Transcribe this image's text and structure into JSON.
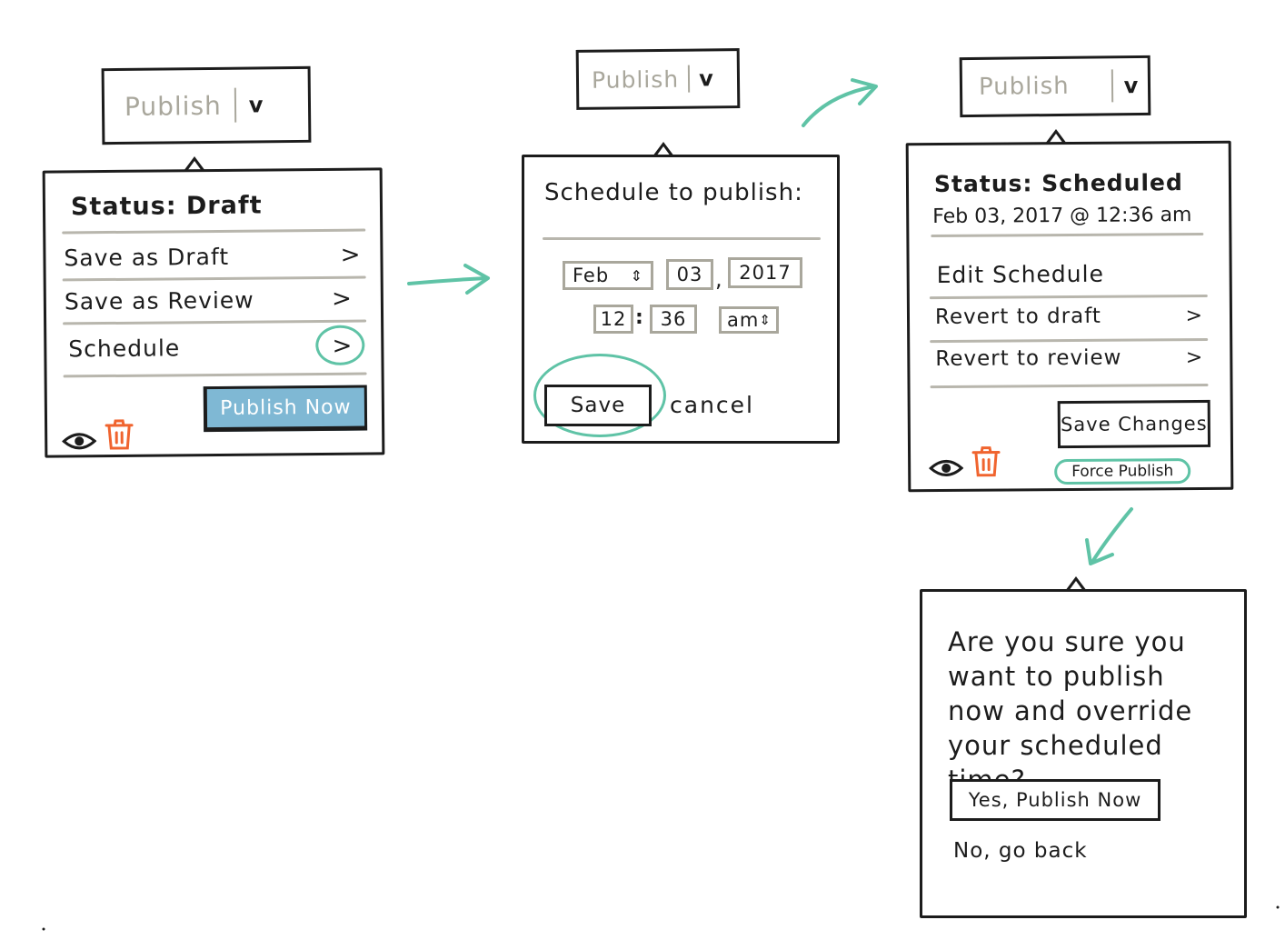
{
  "colors": {
    "ink": "#1c1c1c",
    "muted": "#a9a79c",
    "accent_teal": "#5fc3a6",
    "publish_now_blue": "#7fb8d4",
    "trash_orange": "#f0642f"
  },
  "publish_dropdown": {
    "label": "Publish",
    "chevron": "v"
  },
  "draft_panel": {
    "status": "Status: Draft",
    "items": [
      {
        "label": "Save as Draft",
        "chevron": ">"
      },
      {
        "label": "Save as Review",
        "chevron": ">"
      },
      {
        "label": "Schedule",
        "chevron": ">"
      }
    ],
    "publish_now": "Publish Now",
    "icons": [
      "eye-icon",
      "trash-icon"
    ]
  },
  "schedule_panel": {
    "title": "Schedule to publish:",
    "month": "Feb",
    "day": "03",
    "comma": ",",
    "year": "2017",
    "hour": "12",
    "colon": ":",
    "minute": "36",
    "ampm": "am",
    "save": "Save",
    "cancel": "cancel"
  },
  "scheduled_panel": {
    "status": "Status: Scheduled",
    "datetime": "Feb 03, 2017 @ 12:36 am",
    "items": [
      {
        "label": "Edit Schedule",
        "chevron": ""
      },
      {
        "label": "Revert to draft",
        "chevron": ">"
      },
      {
        "label": "Revert to review",
        "chevron": ">"
      }
    ],
    "save_changes": "Save Changes",
    "force_publish": "Force Publish",
    "icons": [
      "eye-icon",
      "trash-icon"
    ]
  },
  "confirm_panel": {
    "question": "Are you sure you want to publish now and override your scheduled time?",
    "yes": "Yes, Publish Now",
    "no": "No, go back"
  }
}
